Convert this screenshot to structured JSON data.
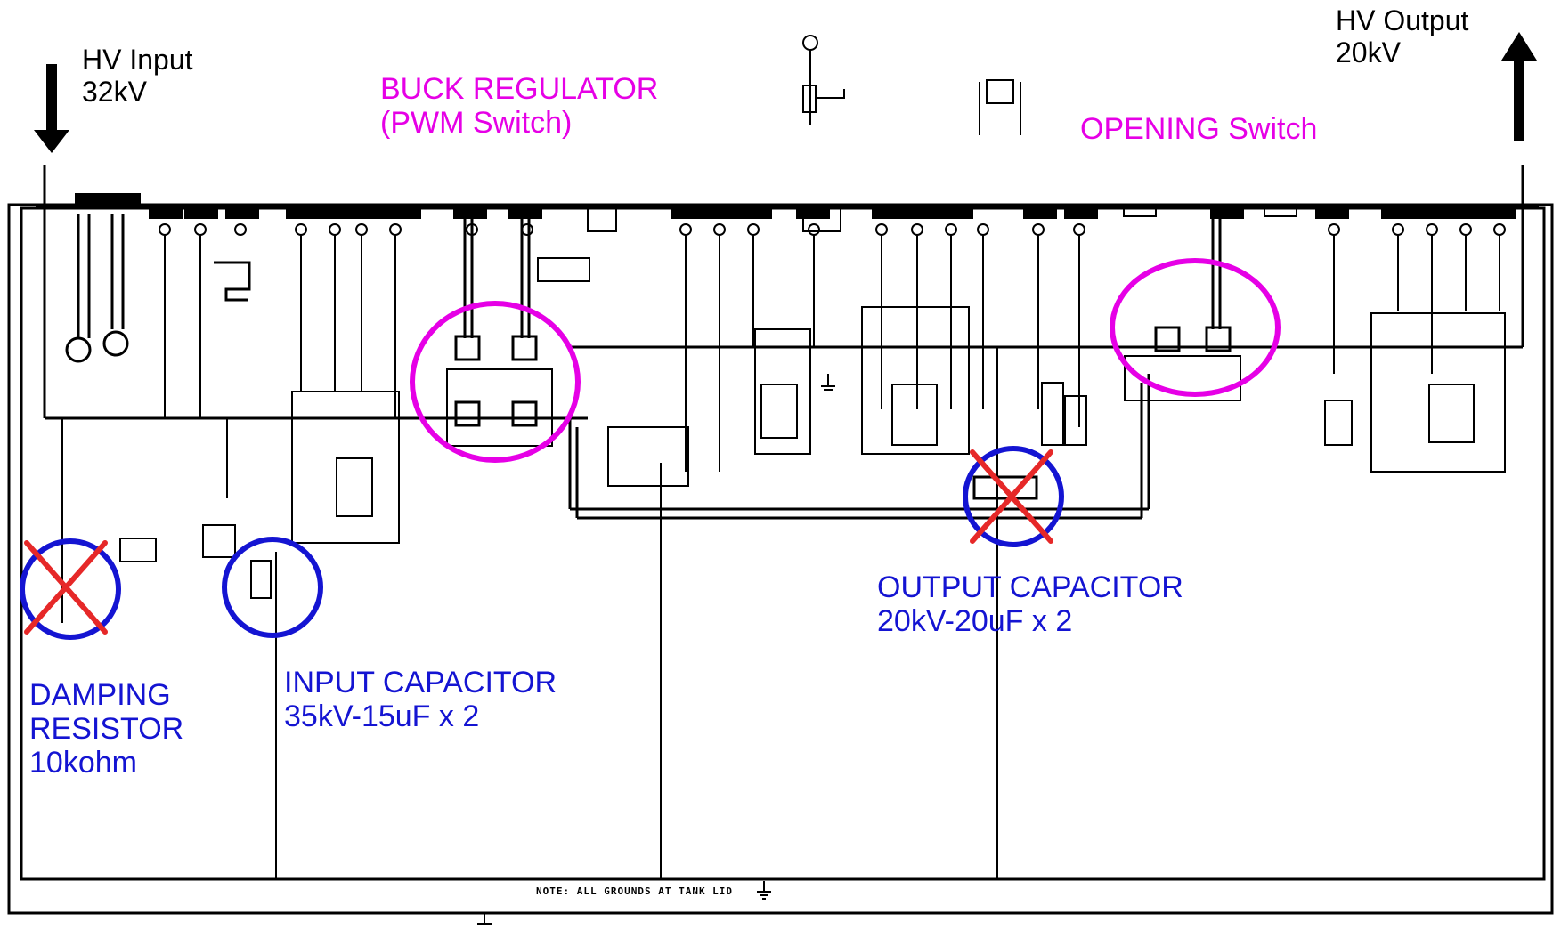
{
  "labels": {
    "hv_input": [
      "HV Input",
      "32kV"
    ],
    "hv_output": [
      "HV Output",
      "20kV"
    ],
    "buck_regulator": [
      "BUCK REGULATOR",
      "(PWM Switch)"
    ],
    "opening_switch": [
      "OPENING Switch"
    ],
    "damping_resistor": [
      "DAMPING",
      "RESISTOR",
      "10kohm"
    ],
    "input_capacitor": [
      "INPUT CAPACITOR",
      "35kV-15uF x 2"
    ],
    "output_capacitor": [
      "OUTPUT CAPACITOR",
      "20kV-20uF x 2"
    ]
  },
  "note": "NOTE: ALL GROUNDS AT TANK LID",
  "colors": {
    "wire": "#000000",
    "highlight_magenta": "#e600e6",
    "highlight_blue": "#1414d2",
    "remove_mark": "#e62828"
  }
}
